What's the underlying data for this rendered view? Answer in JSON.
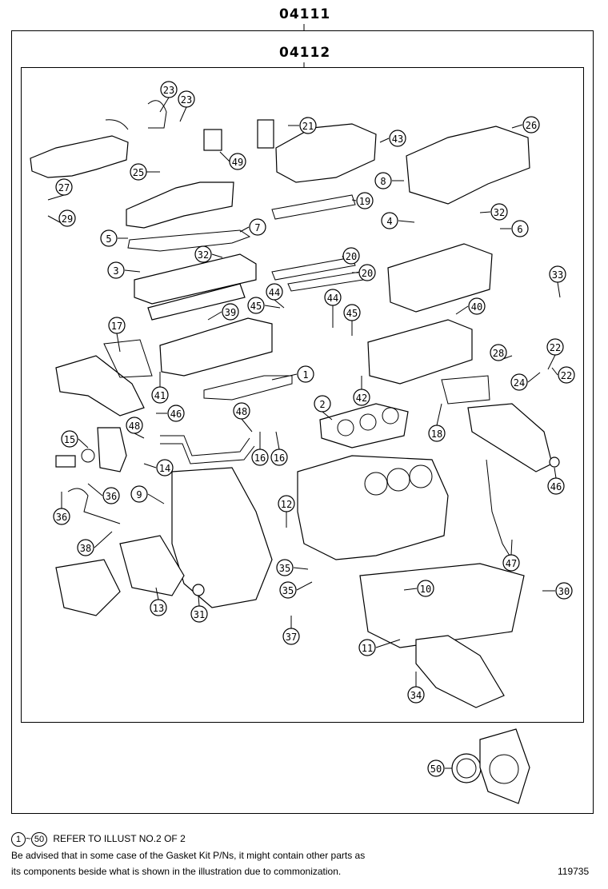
{
  "headers": {
    "outer": "04111",
    "inner": "04112"
  },
  "footer": {
    "range_start": "1",
    "range_sep": "~",
    "range_end": "50",
    "refer": "REFER TO ILLUST NO.2 OF 2",
    "note_line1": "Be advised that in some case of the Gasket Kit P/Ns,  it might contain other parts as",
    "note_line2": "its components beside what is shown in the illustration due to commonization.",
    "illust_id": "119735"
  },
  "callouts": [
    {
      "n": "23"
    },
    {
      "n": "23"
    },
    {
      "n": "21"
    },
    {
      "n": "26"
    },
    {
      "n": "43"
    },
    {
      "n": "49"
    },
    {
      "n": "25"
    },
    {
      "n": "27"
    },
    {
      "n": "8"
    },
    {
      "n": "19"
    },
    {
      "n": "29"
    },
    {
      "n": "7"
    },
    {
      "n": "4"
    },
    {
      "n": "32"
    },
    {
      "n": "5"
    },
    {
      "n": "6"
    },
    {
      "n": "32"
    },
    {
      "n": "20"
    },
    {
      "n": "3"
    },
    {
      "n": "20"
    },
    {
      "n": "33"
    },
    {
      "n": "44"
    },
    {
      "n": "44"
    },
    {
      "n": "45"
    },
    {
      "n": "45"
    },
    {
      "n": "39"
    },
    {
      "n": "40"
    },
    {
      "n": "17"
    },
    {
      "n": "28"
    },
    {
      "n": "22"
    },
    {
      "n": "1"
    },
    {
      "n": "24"
    },
    {
      "n": "22"
    },
    {
      "n": "41"
    },
    {
      "n": "42"
    },
    {
      "n": "2"
    },
    {
      "n": "48"
    },
    {
      "n": "46"
    },
    {
      "n": "48"
    },
    {
      "n": "18"
    },
    {
      "n": "15"
    },
    {
      "n": "16"
    },
    {
      "n": "16"
    },
    {
      "n": "14"
    },
    {
      "n": "46"
    },
    {
      "n": "9"
    },
    {
      "n": "36"
    },
    {
      "n": "36"
    },
    {
      "n": "12"
    },
    {
      "n": "38"
    },
    {
      "n": "47"
    },
    {
      "n": "35"
    },
    {
      "n": "10"
    },
    {
      "n": "30"
    },
    {
      "n": "35"
    },
    {
      "n": "13"
    },
    {
      "n": "31"
    },
    {
      "n": "37"
    },
    {
      "n": "11"
    },
    {
      "n": "34"
    },
    {
      "n": "50"
    }
  ]
}
